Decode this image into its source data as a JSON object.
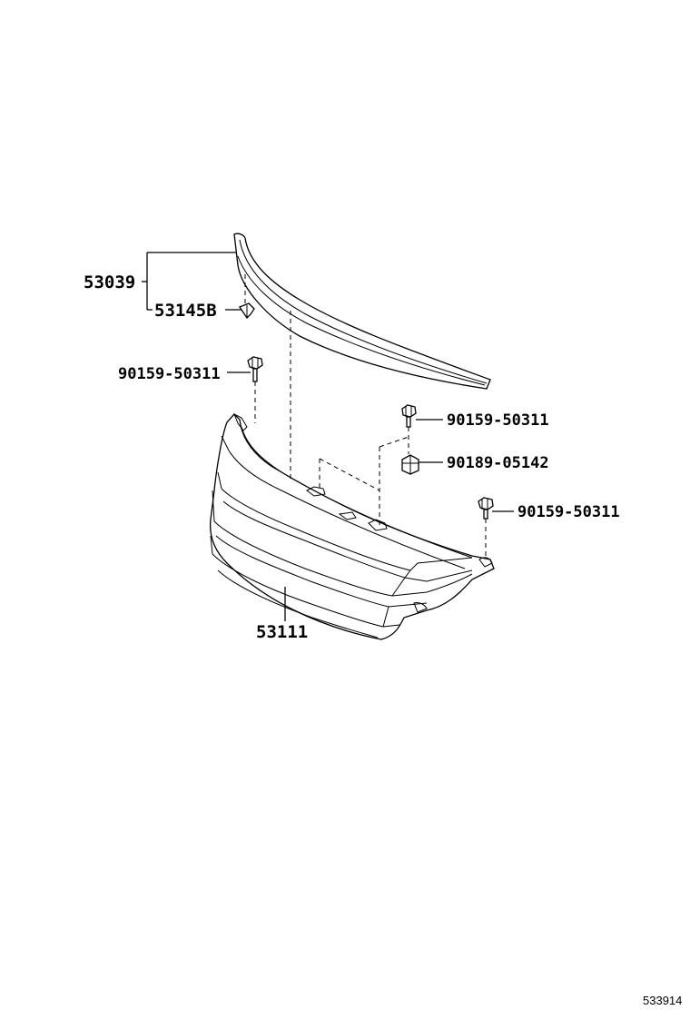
{
  "diagram": {
    "labels": {
      "p53039": "53039",
      "p53145b": "53145B",
      "p90159_left": "90159-50311",
      "p90159_center": "90159-50311",
      "p90189": "90189-05142",
      "p90159_right": "90159-50311",
      "p53111": "53111"
    },
    "diagram_id": "533914",
    "icons": {
      "moulding": "grille-moulding",
      "grille": "radiator-grille",
      "bolt": "bolt-icon",
      "clip": "clip-icon",
      "nut": "nut-icon"
    }
  }
}
